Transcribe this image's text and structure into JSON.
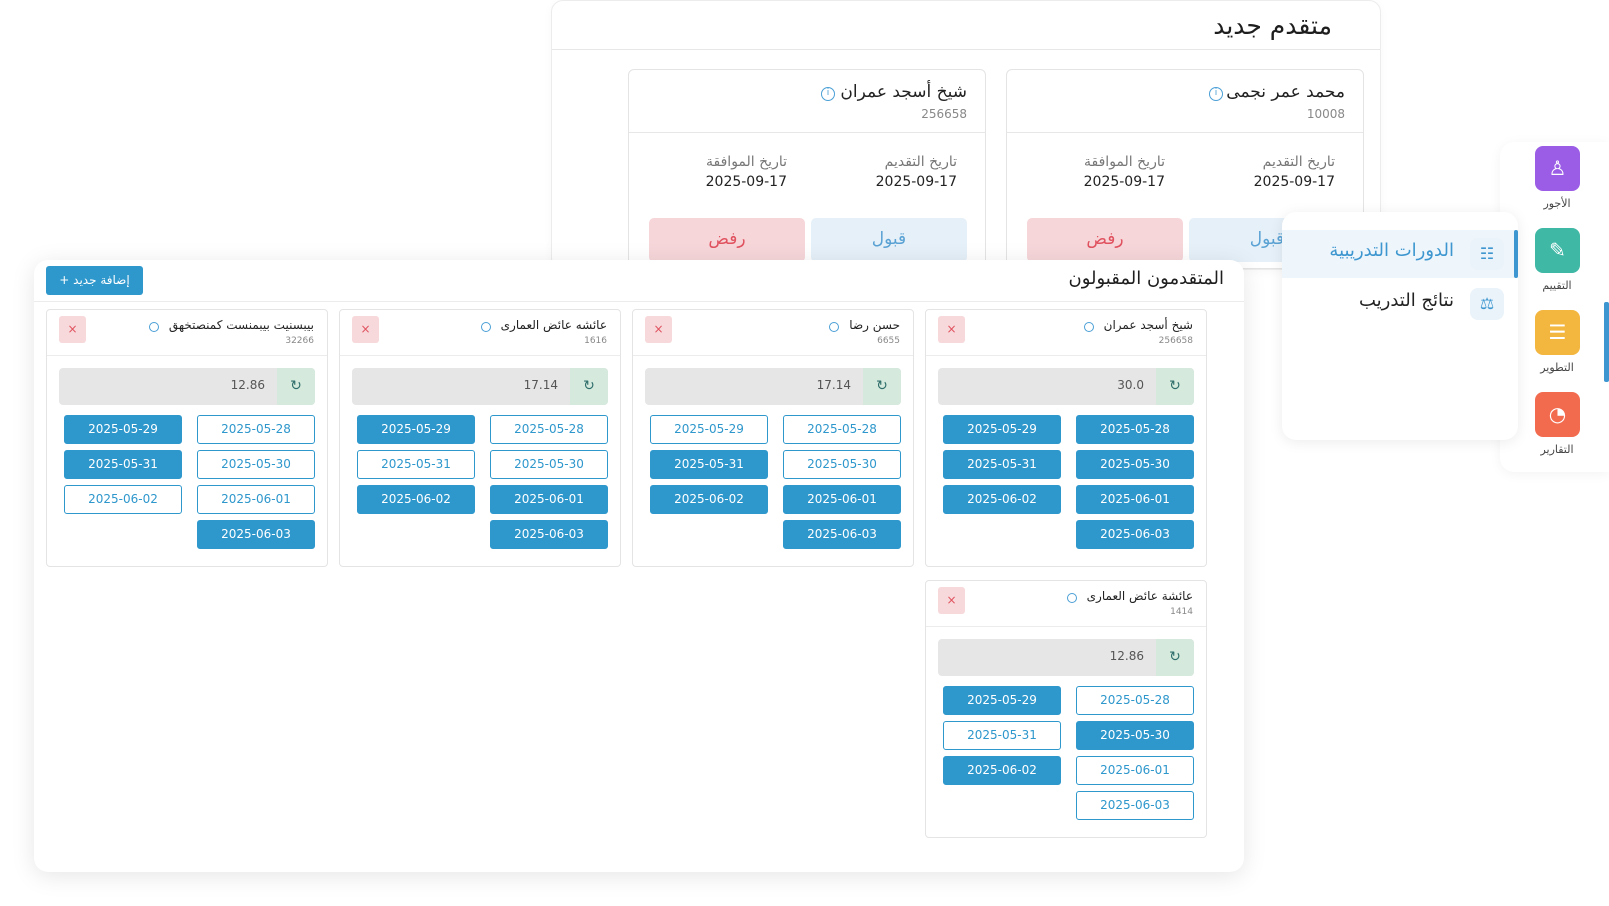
{
  "new_applicants": {
    "title": "متقدم جديد",
    "cards": [
      {
        "name": "محمد عمر نجمى",
        "number": "10008",
        "applied_label": "تاريخ التقديم",
        "applied_date": "2025-09-17",
        "approved_label": "تاريخ الموافقة",
        "approved_date": "2025-09-17",
        "accept": "قبول",
        "reject": "رفض"
      },
      {
        "name": "شيخ أسجد عمران",
        "number": "256658",
        "applied_label": "تاريخ التقديم",
        "applied_date": "2025-09-17",
        "approved_label": "تاريخ الموافقة",
        "approved_date": "2025-09-17",
        "accept": "قبول",
        "reject": "رفض"
      }
    ]
  },
  "side_menu": {
    "items": [
      {
        "label": "الدورات التدريبية",
        "active": true
      },
      {
        "label": "نتائج التدريب",
        "active": false
      }
    ]
  },
  "rail": {
    "items": [
      {
        "label": "الأجور",
        "color": "#9b5ce6",
        "icon": "user-money-icon"
      },
      {
        "label": "التقييم",
        "color": "#3fb8a6",
        "icon": "evaluation-icon"
      },
      {
        "label": "التطوير",
        "color": "#f3b63f",
        "icon": "development-icon"
      },
      {
        "label": "التقارير",
        "color": "#f26b4f",
        "icon": "reports-icon"
      }
    ]
  },
  "accepted": {
    "title": "المتقدمون المقبولون",
    "add_button": "إضافة جديد",
    "cards": [
      {
        "name": "شيخ أسجد عمران",
        "number": "256658",
        "score": "30.0",
        "dates": [
          {
            "d": "2025-05-28",
            "on": true
          },
          {
            "d": "2025-05-29",
            "on": true
          },
          {
            "d": "2025-05-30",
            "on": true
          },
          {
            "d": "2025-05-31",
            "on": true
          },
          {
            "d": "2025-06-01",
            "on": true
          },
          {
            "d": "2025-06-02",
            "on": true
          },
          {
            "d": "2025-06-03",
            "on": true
          }
        ]
      },
      {
        "name": "حسن رضا",
        "number": "6655",
        "score": "17.14",
        "dates": [
          {
            "d": "2025-05-28",
            "on": false
          },
          {
            "d": "2025-05-29",
            "on": false
          },
          {
            "d": "2025-05-30",
            "on": false
          },
          {
            "d": "2025-05-31",
            "on": true
          },
          {
            "d": "2025-06-01",
            "on": true
          },
          {
            "d": "2025-06-02",
            "on": true
          },
          {
            "d": "2025-06-03",
            "on": true
          }
        ]
      },
      {
        "name": "عائشه عائض العمارى",
        "number": "1616",
        "score": "17.14",
        "dates": [
          {
            "d": "2025-05-28",
            "on": false
          },
          {
            "d": "2025-05-29",
            "on": true
          },
          {
            "d": "2025-05-30",
            "on": false
          },
          {
            "d": "2025-05-31",
            "on": false
          },
          {
            "d": "2025-06-01",
            "on": true
          },
          {
            "d": "2025-06-02",
            "on": true
          },
          {
            "d": "2025-06-03",
            "on": true
          }
        ]
      },
      {
        "name": "بيبسنيت بيبمنست كمنصتخهق",
        "number": "32266",
        "score": "12.86",
        "dates": [
          {
            "d": "2025-05-28",
            "on": false
          },
          {
            "d": "2025-05-29",
            "on": true
          },
          {
            "d": "2025-05-30",
            "on": false
          },
          {
            "d": "2025-05-31",
            "on": true
          },
          {
            "d": "2025-06-01",
            "on": false
          },
          {
            "d": "2025-06-02",
            "on": false
          },
          {
            "d": "2025-06-03",
            "on": true
          }
        ]
      },
      {
        "name": "عائشة عائض العمارى",
        "number": "1414",
        "score": "12.86",
        "dates": [
          {
            "d": "2025-05-28",
            "on": false
          },
          {
            "d": "2025-05-29",
            "on": true
          },
          {
            "d": "2025-05-30",
            "on": true
          },
          {
            "d": "2025-05-31",
            "on": false
          },
          {
            "d": "2025-06-01",
            "on": false
          },
          {
            "d": "2025-06-02",
            "on": true
          },
          {
            "d": "2025-06-03",
            "on": false
          }
        ]
      }
    ]
  }
}
